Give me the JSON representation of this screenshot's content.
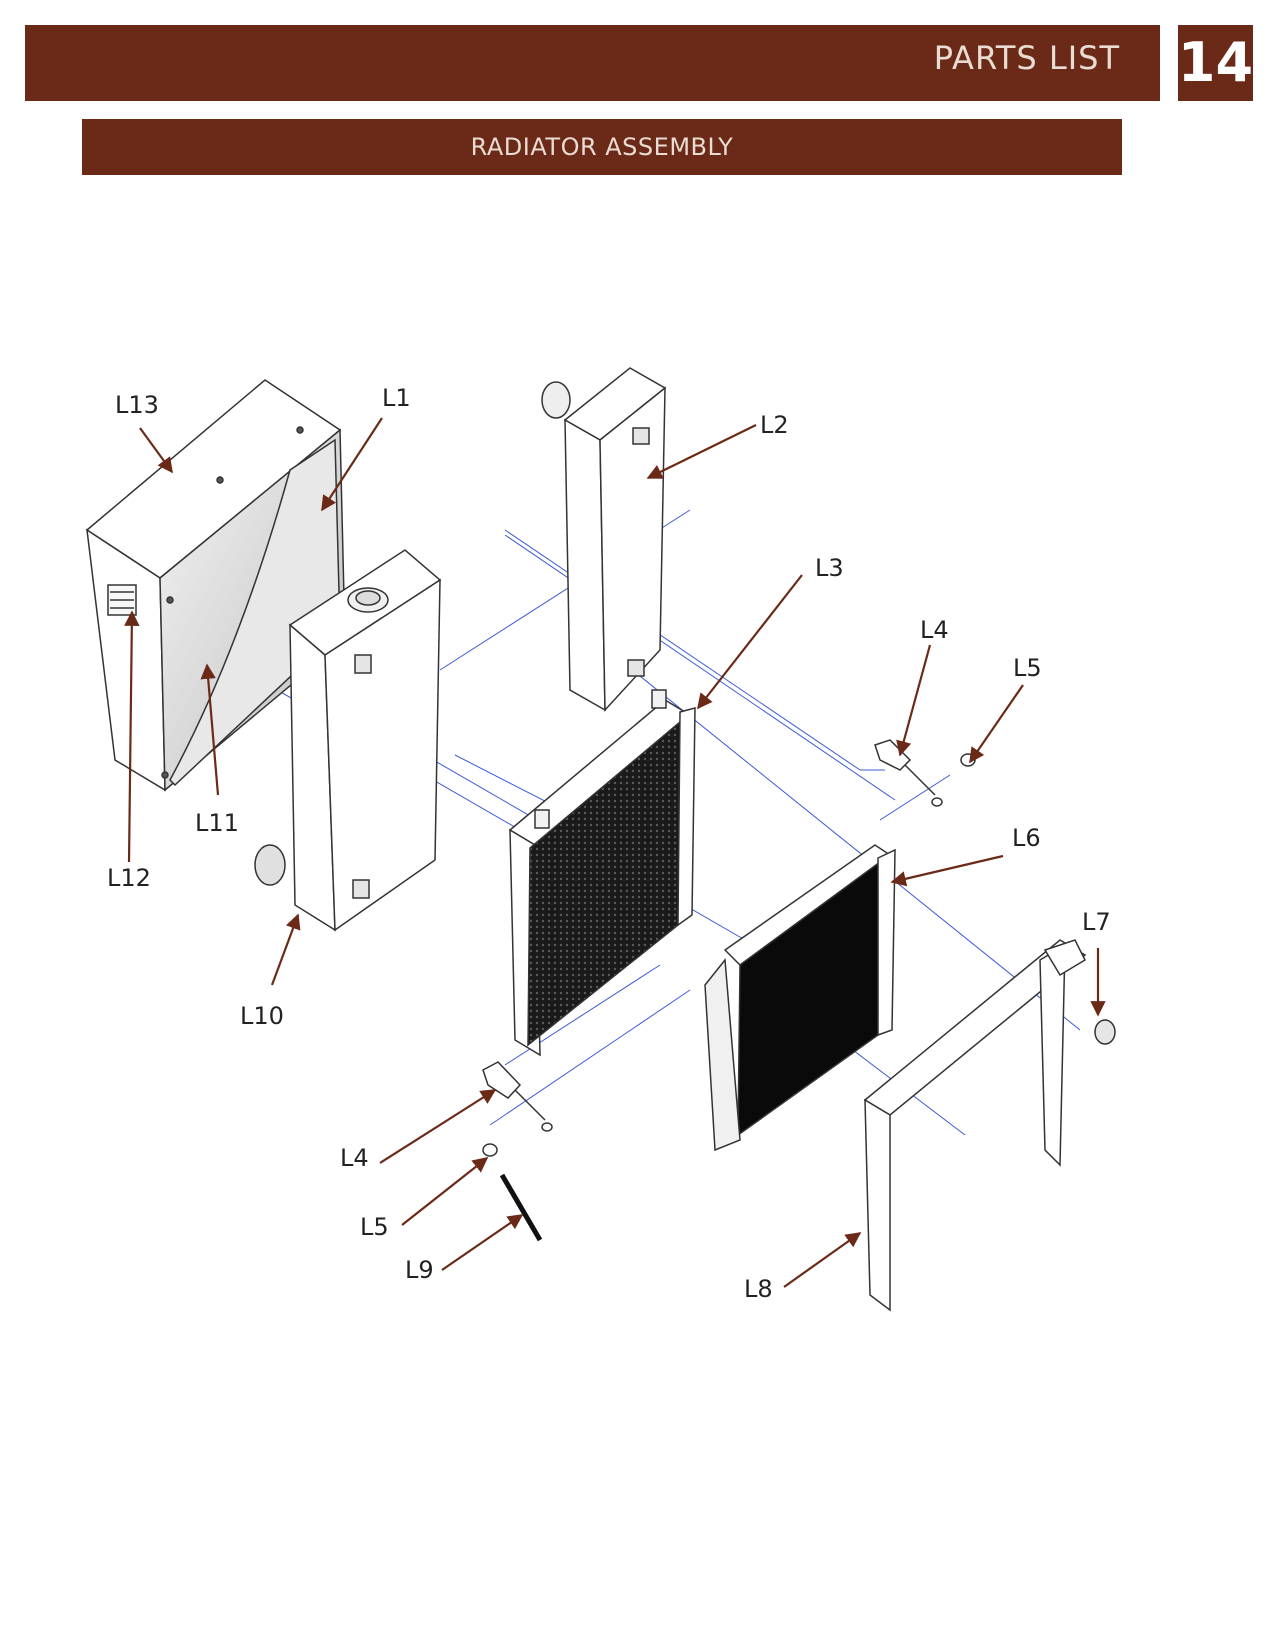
{
  "header": {
    "title": "PARTS LIST",
    "page_number": "14"
  },
  "section": {
    "title": "RADIATOR ASSEMBLY"
  },
  "colors": {
    "brand": "#6b2a17",
    "header_text": "#e9dcd2",
    "leader": "#6b2a17",
    "guide_line": "#3b5bd6"
  },
  "callouts": [
    "L13",
    "L1",
    "L2",
    "L3",
    "L4",
    "L5",
    "L11",
    "L12",
    "L10",
    "L6",
    "L7",
    "L4",
    "L5",
    "L9",
    "L8"
  ]
}
